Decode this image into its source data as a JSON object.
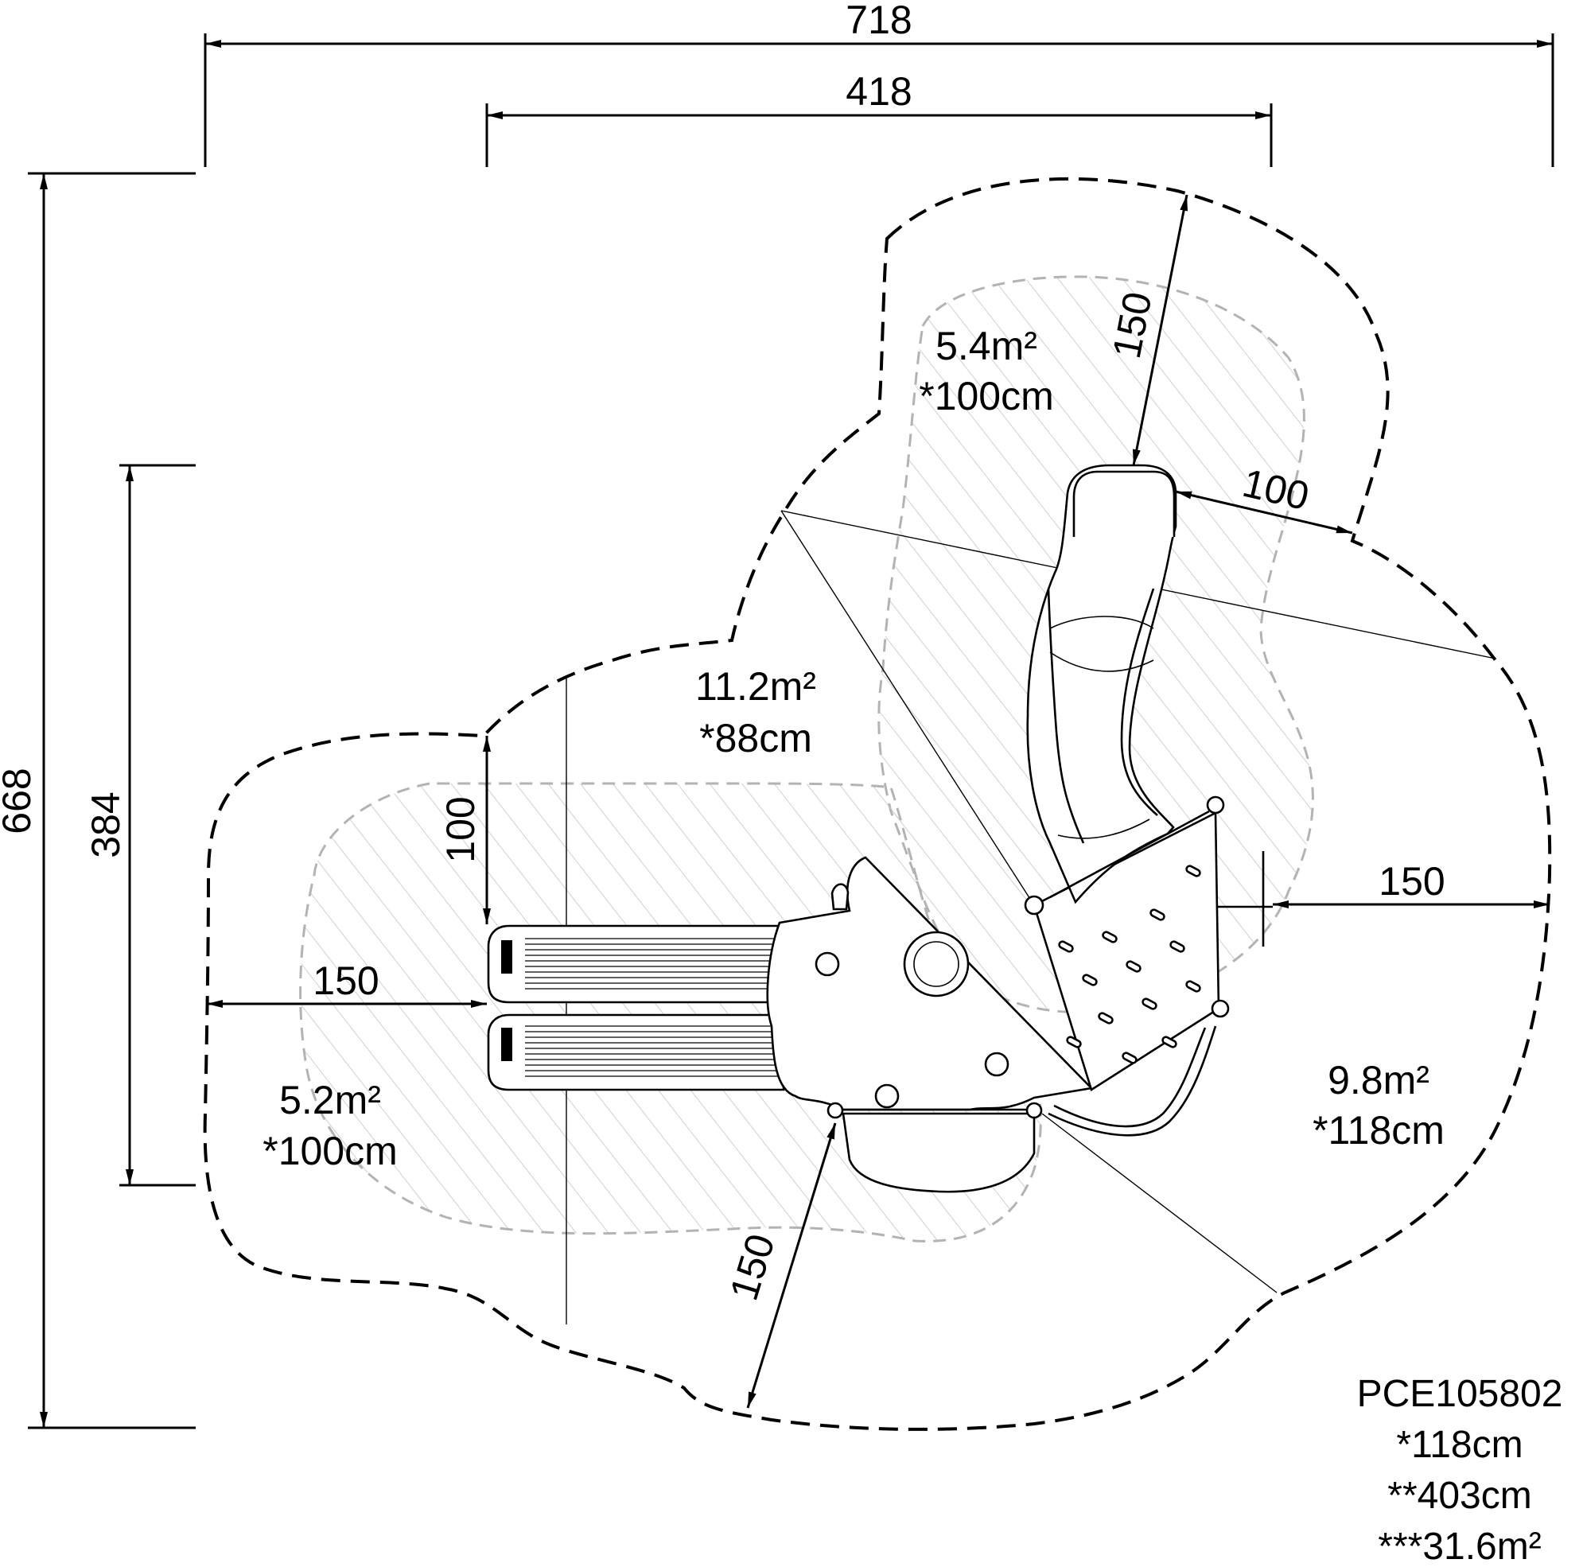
{
  "dimensions": {
    "overall_width": "718",
    "platform_width": "418",
    "overall_depth": "668",
    "slide_section_depth": "384",
    "slide_exit_clearance": "150",
    "slide_side_clearance": "100",
    "left_access_clearance": "150",
    "right_access_clearance": "150",
    "lower_access_clearance": "150",
    "upper_access_side_clearance": "100",
    "top_clearance": "150"
  },
  "zones": [
    {
      "area": "5.4m²",
      "height": "*100cm"
    },
    {
      "area": "11.2m²",
      "height": "*88cm"
    },
    {
      "area": "5.2m²",
      "height": "*100cm"
    },
    {
      "area": "9.8m²",
      "height": "*118cm"
    }
  ],
  "product": {
    "code": "PCE105802",
    "free_fall_height": "*118cm",
    "total_height": "**403cm",
    "total_area": "***31.6m²"
  },
  "legend": {
    "safety_area_style": "dashed-black",
    "fall_zone_style": "grey-hatched"
  }
}
